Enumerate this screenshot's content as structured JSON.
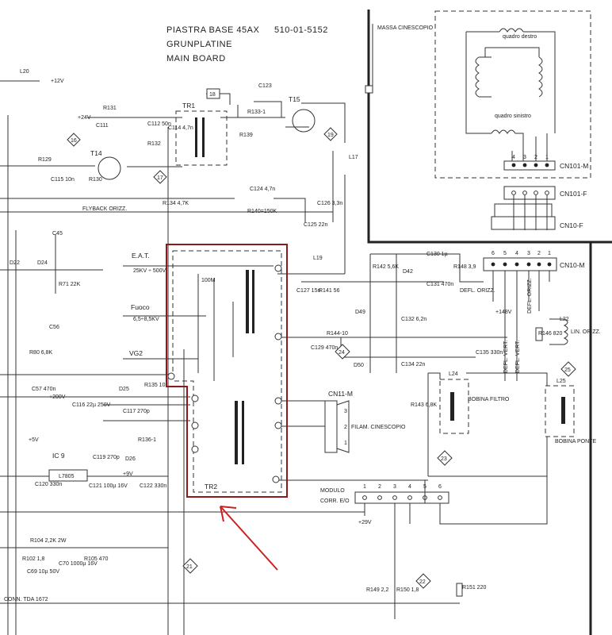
{
  "header": {
    "title_line1": "PIASTRA BASE 45AX",
    "part_number": "510-01-5152",
    "title_line2": "GRUNPLATINE",
    "title_line3": "MAIN BOARD",
    "massa": "MASSA CINESCOPIO"
  },
  "connectors": {
    "cn101m": "CN101-M",
    "cn101f": "CN101-F",
    "cn10f": "CN10-F",
    "cn10m": "CN10-M",
    "cn11m": "CN11-M",
    "quadro_destro": "quadro destro",
    "quadro_sinistro": "quadro sinistro",
    "cn101_pins": [
      "4",
      "3",
      "2",
      "1"
    ],
    "cn10_pins": [
      "6",
      "5",
      "4",
      "3",
      "2",
      "1"
    ],
    "cn11_pins": [
      "3",
      "2",
      "1"
    ],
    "modulo_pins": [
      "1",
      "2",
      "3",
      "4",
      "5",
      "6"
    ]
  },
  "outputs": {
    "eat": "E.A.T.",
    "eat_value": "25KV ÷ 500V",
    "fuoco": "Fuoco",
    "fuoco_value": "6,5÷8,5KV",
    "vg2": "VG2",
    "tr2": "TR2",
    "tr1": "TR1",
    "flyback": "FLYBACK ORIZZ.",
    "defl_orizz": "DEFL. ORIZZ.",
    "defl_vert1": "DEFL. VERT.",
    "defl_vert2": "DEFL. VERT.",
    "defl_orizz2": "DEFL. ORIZZ.",
    "filam": "FILAM. CINESCOPIO",
    "modulo": "MODULO",
    "corr": "CORR. E/O",
    "bobina_filtro": "BOBINA FILTRO",
    "bobina_ponte": "BOBINA PONTE",
    "lin_orizz": "LIN. ORIZZ.",
    "plus148": "+148V",
    "plus29": "+29V",
    "plus200": "+200V",
    "plus5": "+5V",
    "plus9": "+9V",
    "plus24": "+24V",
    "plus12": "+12V",
    "conn_tda": "CONN. TDA 1672"
  },
  "components": {
    "t14": "T14",
    "t15": "T15",
    "ic9": "IC 9",
    "l7805": "L7805",
    "r131": "R131",
    "r132": "R132",
    "r129": "R129",
    "r130": "R130",
    "r134": "R134 4,7K",
    "r139": "R139",
    "r133": "R133-1",
    "r140": "R140=150K",
    "c123": "C123",
    "c124": "C124 4,7n",
    "c125": "C125 22n",
    "c126": "C126 3,3n",
    "c111": "C111",
    "c112": "C112 50n",
    "c114": "C114 4,7n",
    "c115": "C115 10n",
    "l20": "L20",
    "l17": "L17",
    "l19": "L19",
    "l22": "L22",
    "l24": "L24",
    "l25": "L25",
    "c45": "C45",
    "c56": "C56",
    "c57": "C57 470n",
    "r71": "R71 22K",
    "r80": "R80 6,8K",
    "d22": "D22",
    "d24": "D24",
    "d25": "D25",
    "d26": "D26",
    "d42": "D42",
    "d49": "D49",
    "d50": "D50",
    "r142": "R142 5,6K",
    "r148": "R148 3,9",
    "r141": "R141 56",
    "r144": "R144-10",
    "r143": "R143 6,8K",
    "r146": "R146 820",
    "c127": "C127 15n",
    "c129": "C129 470n",
    "c130": "C130 1µ",
    "c131": "C131 470n",
    "c132": "C132 6,2n",
    "c134": "C134 22n",
    "c135": "C135 330n",
    "c116": "C116 22µ 250V",
    "c117": "C117 270p",
    "r135": "R135 10",
    "r136": "R136-1",
    "c119": "C119 270p",
    "c120": "C120 330n",
    "c121": "C121 100µ 16V",
    "c122": "C122 330n",
    "r104": "R104 2,2K 2W",
    "r102": "R102 1,8",
    "c69": "C69 10µ 50V",
    "c70": "C70 1000µ 16V",
    "r105": "R105 470",
    "r149": "R149 2,2",
    "r150": "R150 1,8",
    "r151": "R151 220",
    "r100m": "100M"
  },
  "markers": {
    "m16": "16",
    "m17": "17",
    "m18": "18",
    "m19": "19",
    "m21": "21",
    "m22": "22",
    "m23": "23",
    "m24": "24",
    "m25": "25"
  },
  "colors": {
    "highlight": "#8b1a1a",
    "arrow": "#cc2020",
    "ink": "#222222"
  }
}
